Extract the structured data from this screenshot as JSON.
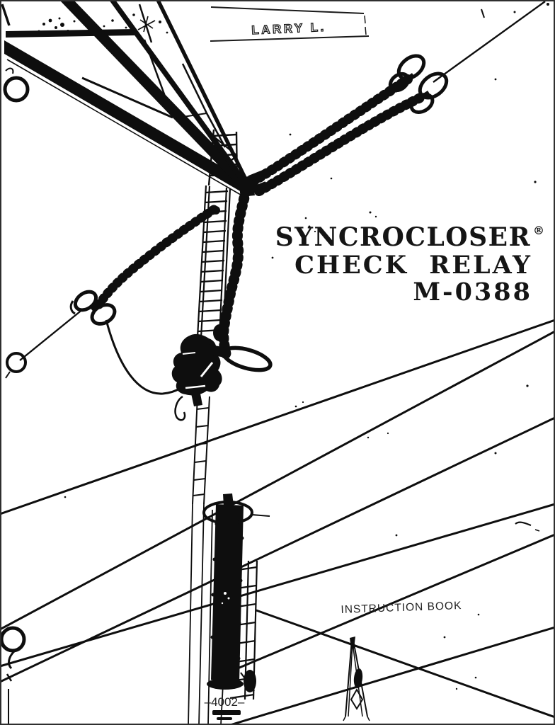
{
  "page": {
    "stamp": {
      "text": "LARRY L."
    },
    "title": {
      "line1": "SYNCROCLOSER",
      "registered_mark": "®",
      "line2": "CHECK RELAY",
      "line3": "M-0388"
    },
    "book_label": "INSTRUCTION BOOK",
    "figure_number": "–4002–",
    "colors": {
      "ink": "#0e0e0e",
      "paper": "#ffffff",
      "scan_border": "#2f2f2f"
    }
  }
}
